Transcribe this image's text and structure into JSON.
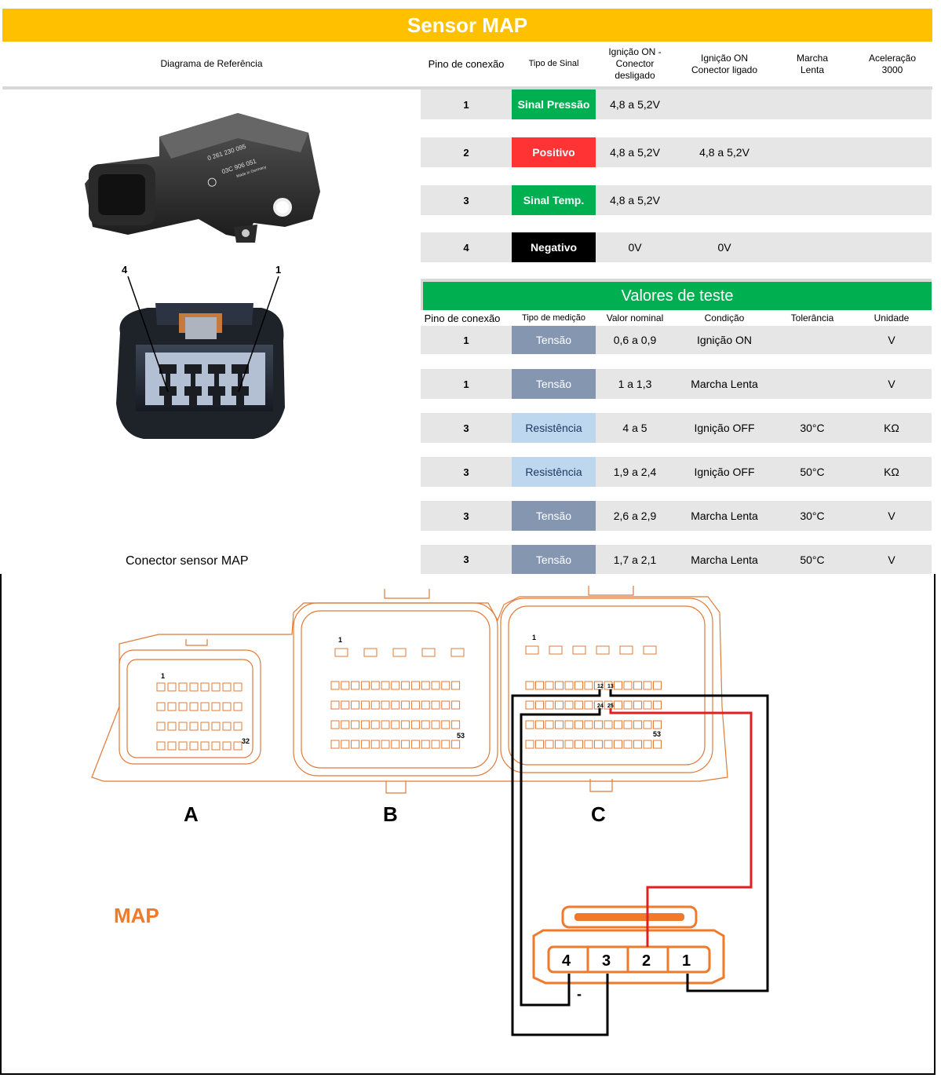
{
  "title": "Sensor MAP",
  "header": {
    "reference_diagram": "Diagrama de Referência",
    "pin": "Pino de conexão",
    "signal_type": "Tipo de Sinal",
    "ign_on_disconnected": "Ignição ON - Conector desligado",
    "ign_on_connected": "Ignição ON Conector ligado",
    "idle": "Marcha Lenta",
    "accel_3000": "Aceleração 3000"
  },
  "pin_rows": [
    {
      "pin": "1",
      "signal": "Sinal Pressão",
      "color": "#00b050",
      "disconnected": "4,8 a 5,2V",
      "connected": ""
    },
    {
      "pin": "2",
      "signal": "Positivo",
      "color": "#ff3333",
      "disconnected": "4,8 a 5,2V",
      "connected": "4,8 a 5,2V"
    },
    {
      "pin": "3",
      "signal": "Sinal Temp.",
      "color": "#00b050",
      "disconnected": "4,8 a 5,2V",
      "connected": ""
    },
    {
      "pin": "4",
      "signal": "Negativo",
      "color": "#000000",
      "disconnected": "0V",
      "connected": "0V"
    }
  ],
  "connector_caption": "Conector sensor MAP",
  "sensor_image": {
    "body_labels": [
      "0 261 230 095",
      "03C 906 051",
      "Made in Germany"
    ],
    "pin_callouts": [
      "4",
      "1"
    ]
  },
  "test_section": {
    "title": "Valores de teste",
    "headers": {
      "pin": "Pino de conexão",
      "measurement": "Tipo de medição",
      "nominal": "Valor nominal",
      "condition": "Condição",
      "tolerance": "Tolerância",
      "unit": "Unidade"
    },
    "rows": [
      {
        "pin": "1",
        "measurement": "Tensão",
        "nominal": "0,6 a 0,9",
        "condition": "Ignição ON",
        "tolerance": "",
        "unit": "V"
      },
      {
        "pin": "1",
        "measurement": "Tensão",
        "nominal": "1 a 1,3",
        "condition": "Marcha Lenta",
        "tolerance": "",
        "unit": "V"
      },
      {
        "pin": "3",
        "measurement": "Resistência",
        "nominal": "4 a 5",
        "condition": "Ignição OFF",
        "tolerance": "30°C",
        "unit": "KΩ"
      },
      {
        "pin": "3",
        "measurement": "Resistência",
        "nominal": "1,9 a 2,4",
        "condition": "Ignição OFF",
        "tolerance": "50°C",
        "unit": "KΩ"
      },
      {
        "pin": "3",
        "measurement": "Tensão",
        "nominal": "2,6 a 2,9",
        "condition": "Marcha Lenta",
        "tolerance": "30°C",
        "unit": "V"
      },
      {
        "pin": "3",
        "measurement": "Tensão",
        "nominal": "1,7 a 2,1",
        "condition": "Marcha Lenta",
        "tolerance": "50°C",
        "unit": "V"
      }
    ],
    "colors": {
      "tensao": "#8496b0",
      "resistencia": "#bdd7ee"
    }
  },
  "wiring": {
    "connector_labels": [
      "A",
      "B",
      "C"
    ],
    "pin_numbers": {
      "a_first": "1",
      "a_last": "32",
      "b_first": "1",
      "b_last": "53",
      "c_first": "1",
      "c_last": "53",
      "c12": "12",
      "c13": "13",
      "c24": "24",
      "c25": "25"
    },
    "sensor_label": "MAP",
    "sensor_pins": [
      "4",
      "3",
      "2",
      "1"
    ],
    "ground_mark": "-",
    "colors": {
      "outline": "#e07b39",
      "wire_black": "#000000",
      "wire_red": "#e02020",
      "label_orange": "#f07a2a"
    }
  }
}
